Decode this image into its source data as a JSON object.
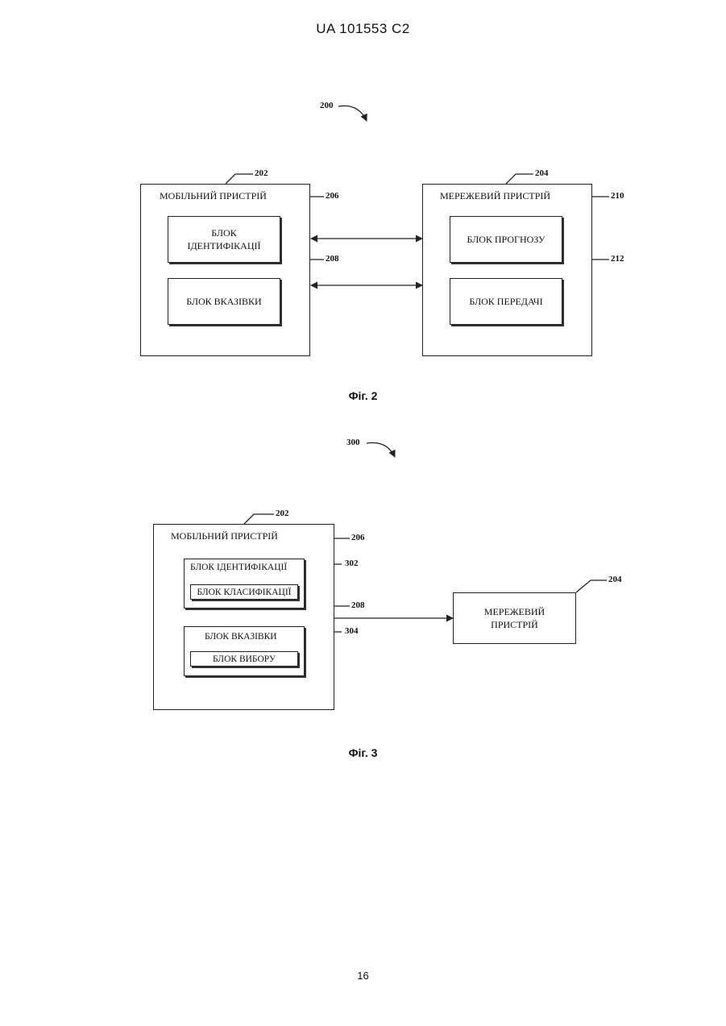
{
  "header": {
    "doc_id": "UA   101553   C2"
  },
  "fig2": {
    "ref_main": "200",
    "mobile": {
      "ref": "202",
      "title": "МОБІЛЬНИЙ ПРИСТРІЙ",
      "id_block": {
        "ref": "206",
        "label": "БЛОК ІДЕНТИФІКАЦІЇ"
      },
      "ind_block": {
        "ref": "208",
        "label": "БЛОК ВКАЗІВКИ"
      }
    },
    "network": {
      "ref": "204",
      "title": "МЕРЕЖЕВИЙ ПРИСТРІЙ",
      "forecast_block": {
        "ref": "210",
        "label": "БЛОК ПРОГНОЗУ"
      },
      "transfer_block": {
        "ref": "212",
        "label": "БЛОК ПЕРЕДАЧІ"
      }
    },
    "caption": "Фіг. 2"
  },
  "fig3": {
    "ref_main": "300",
    "mobile": {
      "ref": "202",
      "title": "МОБІЛЬНИЙ ПРИСТРІЙ",
      "id_block": {
        "ref": "206",
        "label": "БЛОК ІДЕНТИФІКАЦІЇ",
        "sub": {
          "ref": "302",
          "label": "БЛОК КЛАСИФІКАЦІЇ"
        }
      },
      "ind_block": {
        "ref": "208",
        "label": "БЛОК ВКАЗІВКИ",
        "sub": {
          "ref": "304",
          "label": "БЛОК ВИБОРУ"
        }
      }
    },
    "network": {
      "ref": "204",
      "label": "МЕРЕЖЕВИЙ ПРИСТРІЙ"
    },
    "caption": "Фіг. 3"
  },
  "page_number": "16"
}
